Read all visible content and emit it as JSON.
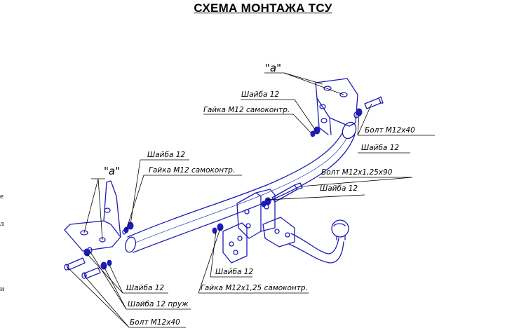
{
  "title": "СХЕМА МОНТАЖА ТСУ",
  "callouts": {
    "detail_a_top": "\"а\"",
    "detail_a_left": "\"а\"",
    "washer12_top": "Шайба 12",
    "nut12_top": "Гайка М12 самоконтр.",
    "bolt12x40_right": "Болт М12х40",
    "washer12_right": "Шайба 12",
    "washer12_left": "Шайба 12",
    "nut12_left": "Гайка М12 самоконтр.",
    "bolt125x90": "Болт М12х1,25х90",
    "washer12_mid": "Шайба 12",
    "washer12_bottom": "Шайба 12",
    "nut125_bottom": "Гайка М12х1,25 самоконтр.",
    "washer12_lower_left": "Шайба 12",
    "washer12_spring": "Шайба 12 пруж",
    "bolt12x40_left": "Болт М12х40"
  },
  "edge_fragments": [
    "е",
    "л",
    "и"
  ],
  "colors": {
    "drawing": "#1c1cb8",
    "leaders": "#000000",
    "background": "#ffffff"
  }
}
